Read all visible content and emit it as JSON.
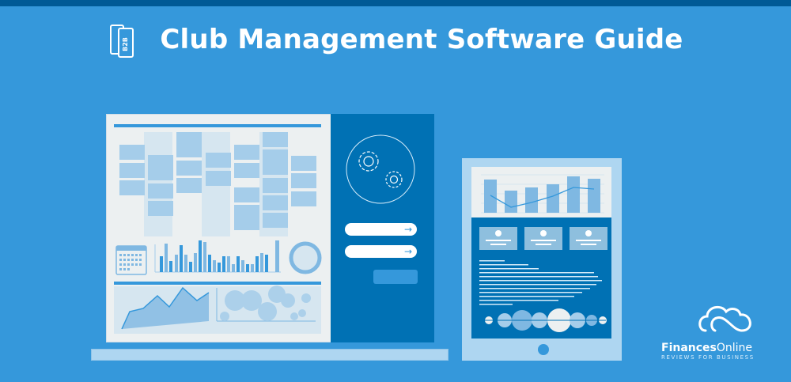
{
  "header": {
    "title": "Club Management Software Guide",
    "badge_icon": "b2b-books-icon",
    "badge_text": "B2B"
  },
  "colors": {
    "background": "#3598db",
    "top_bar": "#005a96",
    "panel_light": "#ecf0f1",
    "panel_dark": "#0071b4",
    "accent_light": "#aed6f1"
  },
  "laptop": {
    "side_panel": {
      "icon": "gears-icon",
      "inputs": [
        {
          "arrow": "→"
        },
        {
          "arrow": "→"
        }
      ]
    }
  },
  "branding": {
    "logo_icon": "cloud-icon",
    "name_bold": "Finances",
    "name_regular": "Online",
    "tagline": "REVIEWS FOR BUSINESS"
  }
}
